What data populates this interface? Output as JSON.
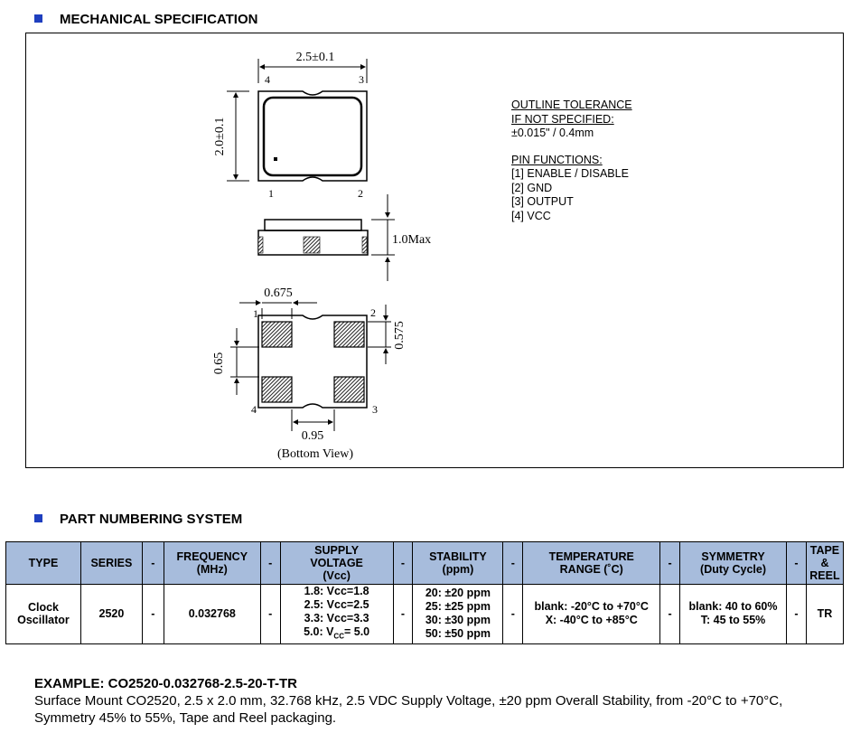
{
  "mechanical": {
    "title": "MECHANICAL SPECIFICATION",
    "drawing": {
      "width_dim": "2.5±0.1",
      "height_dim": "2.0±0.1",
      "max_height": "1.0Max",
      "pad_width": "0.675",
      "pad_height": "0.65",
      "pad_gap_v": "0.575",
      "pad_gap_h": "0.95",
      "bottom_view": "(Bottom View)",
      "pins": [
        "1",
        "2",
        "3",
        "4"
      ]
    },
    "notes": {
      "tol_line1": "OUTLINE TOLERANCE",
      "tol_line2": "IF NOT SPECIFIED:",
      "tol_value": "±0.015\" / 0.4mm",
      "pin_title": "PIN FUNCTIONS:",
      "pin1": "[1] ENABLE / DISABLE",
      "pin2": "[2] GND",
      "pin3": "[3] OUTPUT",
      "pin4": "[4] VCC"
    }
  },
  "part_numbering": {
    "title": "PART NUMBERING SYSTEM",
    "headers": {
      "type": "TYPE",
      "series": "SERIES",
      "dash": "-",
      "freq1": "FREQUENCY",
      "freq2": "(MHz)",
      "volt1": "SUPPLY",
      "volt2": "VOLTAGE",
      "volt3": "(Vcc)",
      "stab1": "STABILITY",
      "stab2": "(ppm)",
      "temp1": "TEMPERATURE",
      "temp2": "RANGE (˚C)",
      "sym1": "SYMMETRY",
      "sym2": "(Duty Cycle)",
      "tape1": "TAPE",
      "tape2": "&",
      "tape3": "REEL"
    },
    "values": {
      "type1": "Clock",
      "type2": "Oscillator",
      "series": "2520",
      "dash": "-",
      "frequency": "0.032768",
      "volt1": "1.8: Vcc=1.8",
      "volt2": "2.5: Vcc=2.5",
      "volt3": "3.3: Vcc=3.3",
      "volt4a": "5.0: V",
      "volt4sub": "CC",
      "volt4b": "= 5.0",
      "stab1": "20: ±20 ppm",
      "stab2": "25: ±25 ppm",
      "stab3": "30: ±30 ppm",
      "stab4": "50: ±50 ppm",
      "temp1": "blank: -20°C to +70°C",
      "temp2": "X: -40°C to +85°C",
      "sym1": "blank: 40 to 60%",
      "sym2": "T: 45 to 55%",
      "tape": "TR"
    }
  },
  "example": {
    "title": "EXAMPLE: CO2520-0.032768-2.5-20-T-TR",
    "text": "Surface Mount CO2520, 2.5 x 2.0 mm, 32.768 kHz, 2.5 VDC Supply Voltage, ±20 ppm Overall Stability, from -20°C to +70°C, Symmetry 45% to 55%, Tape and Reel packaging."
  }
}
